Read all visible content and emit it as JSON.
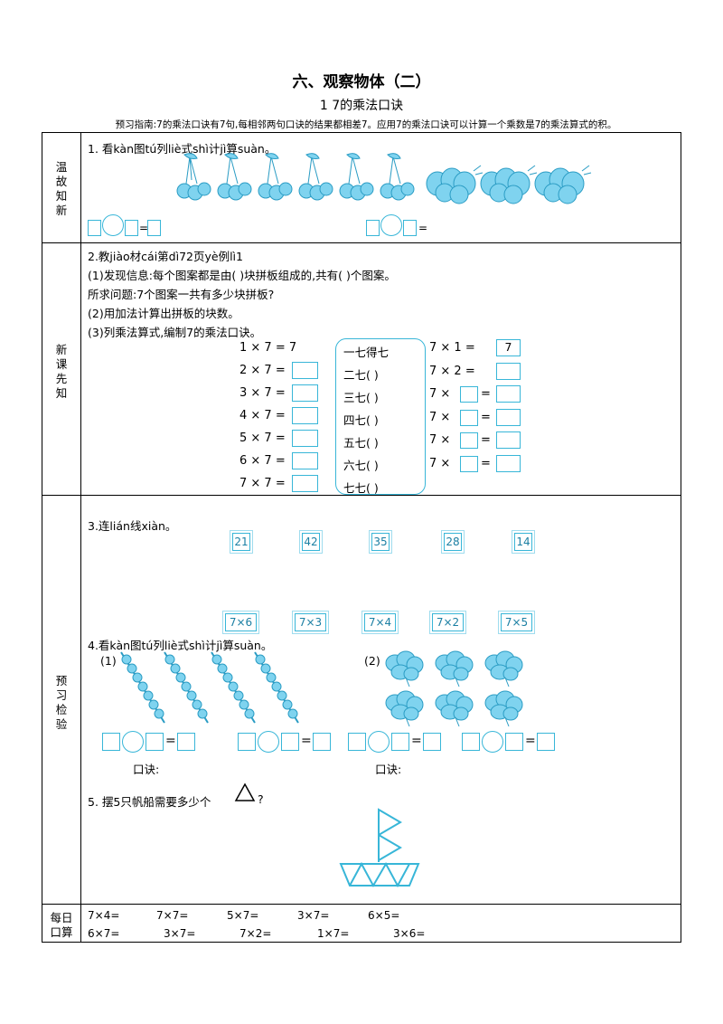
{
  "header": {
    "title": "六、观察物体（二）",
    "subtitle": "1  7的乘法口诀",
    "guide": "预习指南:7的乘法口诀有7句,每相邻两句口诀的结果都相差7。应用7的乘法口诀可以计算一个乘数是7的乘法算式的积。"
  },
  "sections": {
    "review": "温故知新",
    "newlesson": "新课先知",
    "preview": "预习检验",
    "daily": "每日口算"
  },
  "q1": {
    "text": "1. 看kàn图tú列liè式shì计jì算suàn。",
    "eq": "="
  },
  "q2": {
    "text": "2.教jiào材cái第dì72页yè例lì1",
    "line1": "(1)发现信息:每个图案都是由(      )块拼板组成的,共有(      )个图案。",
    "line2": "所求问题:7个图案一共有多少块拼板?",
    "line3": "(2)用加法计算出拼板的块数。",
    "line4": "(3)列乘法算式,编制7的乘法口诀。",
    "left_eqs": [
      "1 × 7 = 7",
      "2 × 7 =",
      "3 × 7 =",
      "4 × 7 =",
      "5 × 7 =",
      "6 × 7 =",
      "7 × 7 ="
    ],
    "rhymes": [
      "一七得七",
      "二七(        )",
      "三七(        )",
      "四七(        )",
      "五七(        )",
      "六七(        )",
      "七七(        )"
    ],
    "right_eqs": [
      {
        "a": "7 × 1 =",
        "val": "7"
      },
      {
        "a": "7 × 2 =",
        "val": ""
      },
      {
        "a": "7 ×",
        "val": ""
      },
      {
        "a": "7 ×",
        "val": ""
      },
      {
        "a": "7 ×",
        "val": ""
      },
      {
        "a": "7 ×",
        "val": ""
      }
    ],
    "eq_sign": "="
  },
  "q3": {
    "text": "3.连lián线xiàn。",
    "top": [
      "21",
      "42",
      "35",
      "28",
      "14"
    ],
    "bottom": [
      "7×6",
      "7×3",
      "7×4",
      "7×2",
      "7×5"
    ]
  },
  "q4": {
    "text": "4.看kàn图tú列liè式shì计jì算suàn。",
    "part1": "(1)",
    "part2": "(2)",
    "koujue": "口诀:",
    "eq": "="
  },
  "q5": {
    "text": "5.  摆5只帆船需要多少个",
    "tail": "?"
  },
  "daily": {
    "row1": [
      "7×4=",
      "7×7=",
      "5×7=",
      "3×7=",
      "6×5="
    ],
    "row2": [
      "6×7=",
      "3×7=",
      "7×2=",
      "1×7=",
      "3×6="
    ]
  },
  "colors": {
    "accent": "#38b6d8",
    "fill": "#7fd3ef"
  }
}
